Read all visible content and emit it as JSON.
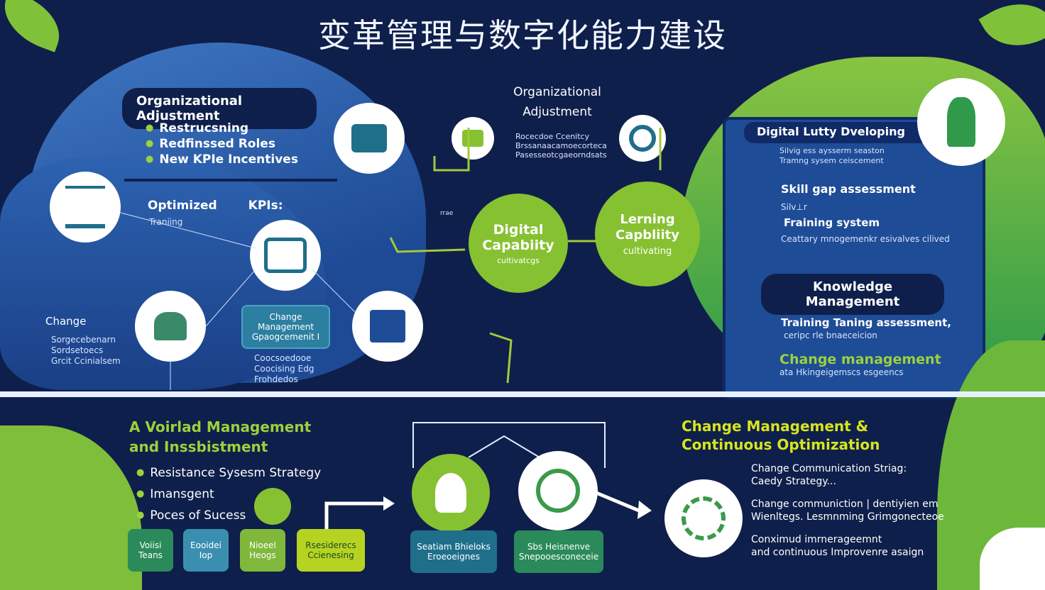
{
  "title": "变革管理与数字化能力建设",
  "org_block": {
    "heading": "Organizational Adjustment",
    "bullets": [
      "Restrucsning",
      "Redfinssed Roles",
      "New KPIe Incentives"
    ]
  },
  "kpis": {
    "optimized": "Optimized",
    "kpis": "KPIs:",
    "training": "Traniing"
  },
  "change_left": {
    "title": "Change",
    "items": [
      "Sorgecebenarn",
      "Sordsetoecs",
      "Grcit Ccinialsem"
    ]
  },
  "change_box": {
    "label": "Change Management Gpaogcemenit I",
    "notes": [
      "Coocsoedooe",
      "Coocising Edg",
      "Frohdedos"
    ]
  },
  "center": {
    "heading": "Organizational Adjustment",
    "lines": [
      "Rocecdoe Ccenitcy",
      "Brssanaacamoecorteca",
      "Pasesseotcgaeorndsats"
    ],
    "digital": {
      "title": "Digital Capabiity",
      "sub": "cultivatcgs"
    },
    "learning": {
      "title": "Lerning Capbliity",
      "sub": "cultivating"
    },
    "tick": "rrae"
  },
  "right_panel": {
    "heading": "Digital Lutty Dveloping",
    "lines": [
      "Silvig ess aysserm seaston",
      "Tramng sysem ceiscement"
    ],
    "skill": "Skill gap assessment",
    "skill_sub": "Silv⊥r",
    "training": "Fraining system",
    "training_sub": "Ceattary mnogemenkr esivalves cilived",
    "knowledge": "Knowledge Management",
    "k1": "Training Taning assessment,",
    "k1_sub": "ceripc rle bnaeceicion",
    "k2": "Change management",
    "k2_sub": "ata Hkingeigemscs esgeencs"
  },
  "bottom_left": {
    "heading": "A Voirlad Management and Inssbistment",
    "bullets": [
      "Resistance Sysesm Strategy",
      "Imansgent",
      "Poces of Sucess"
    ],
    "boxes": [
      "Voiisi Teans",
      "Eooidei Iop",
      "Nioeel Heogs",
      "Rsesiderecs Ccienesing"
    ]
  },
  "bottom_center": {
    "boxes": [
      "Seatiam Bhieloks Eroeoeignes",
      "Sbs Heisnenve Snepooesconeceie"
    ]
  },
  "bottom_right": {
    "heading": "Change Management & Continuous Optimization",
    "l1": "Change Communication Striag:",
    "l1b": "Caedy Strategy...",
    "l2": "Change communiction | dentiyien em",
    "l2b": "Wienltegs. Lesmnming Grimgonecteoe",
    "l3": "Conximud imrnerageemnt",
    "l3b": "and continuous Improvenre asaign"
  },
  "colors": {
    "navy": "#0f1f4b",
    "blue": "#1f4c97",
    "green": "#86c132",
    "yellow": "#d7e51c"
  },
  "icons": [
    "scales-icon",
    "people-icon",
    "gears-icon",
    "building-icon",
    "handshake-icon",
    "lightbulb-icon",
    "network-icon",
    "tree-icon",
    "target-icon"
  ]
}
